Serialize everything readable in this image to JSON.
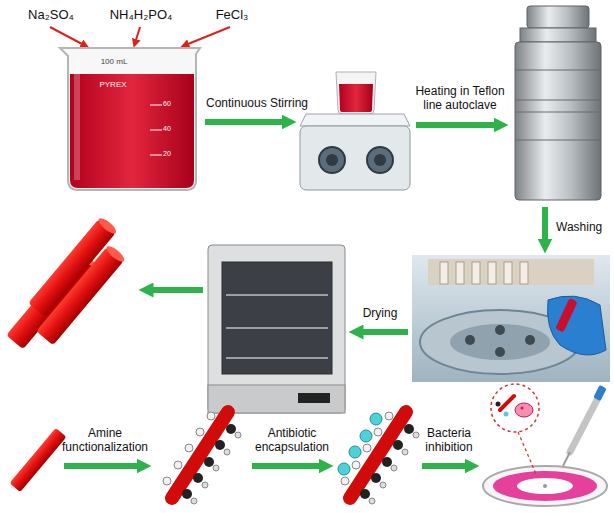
{
  "diagram": {
    "labels": [
      "Na₂SO₄",
      "NH₄H₂PO₄",
      "FeCl₃",
      "Continuous Stirring",
      "Heating in Teflon line autoclave",
      "Washing",
      "Drying",
      "Amine functionalization",
      "Antibiotic encapsulation",
      "Bacteria inhibition",
      "100 mL",
      "PYREX",
      "60",
      "40",
      "20"
    ]
  }
}
